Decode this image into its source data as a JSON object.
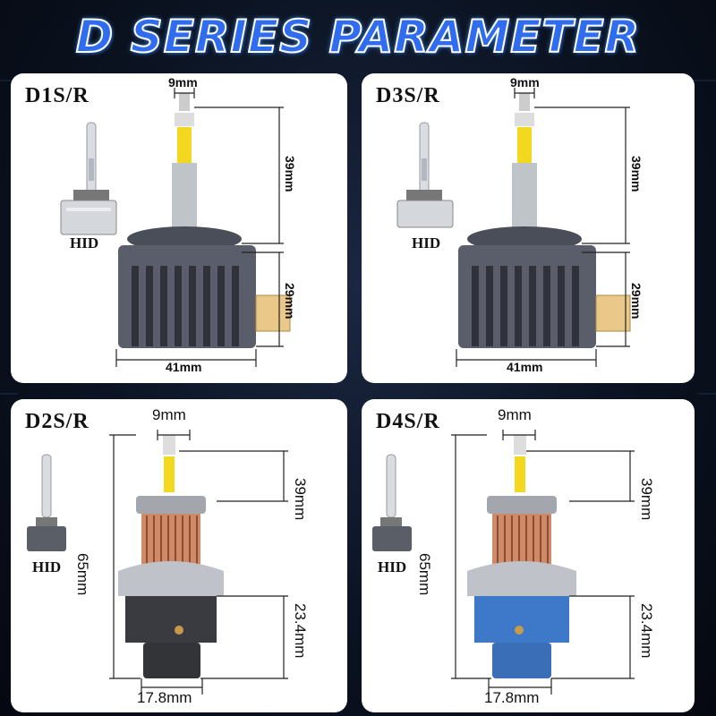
{
  "title": "D SERIES PARAMETER",
  "panels": [
    {
      "model": "D1S/R",
      "hid": "HID",
      "width_top": "9mm",
      "height_upper": "39mm",
      "height_lower": "29mm",
      "width_base": "41mm"
    },
    {
      "model": "D3S/R",
      "hid": "HID",
      "width_top": "9mm",
      "height_upper": "39mm",
      "height_lower": "29mm",
      "width_base": "41mm"
    },
    {
      "model": "D2S/R",
      "hid": "HID",
      "width_top": "9mm",
      "height_upper": "39mm",
      "height_total": "65mm",
      "height_lower": "23.4mm",
      "width_base": "17.8mm",
      "base_color": "#2b2b2b"
    },
    {
      "model": "D4S/R",
      "hid": "HID",
      "width_top": "9mm",
      "height_upper": "39mm",
      "height_total": "65mm",
      "height_lower": "23.4mm",
      "width_base": "17.8mm",
      "base_color": "#3e78c8"
    }
  ]
}
